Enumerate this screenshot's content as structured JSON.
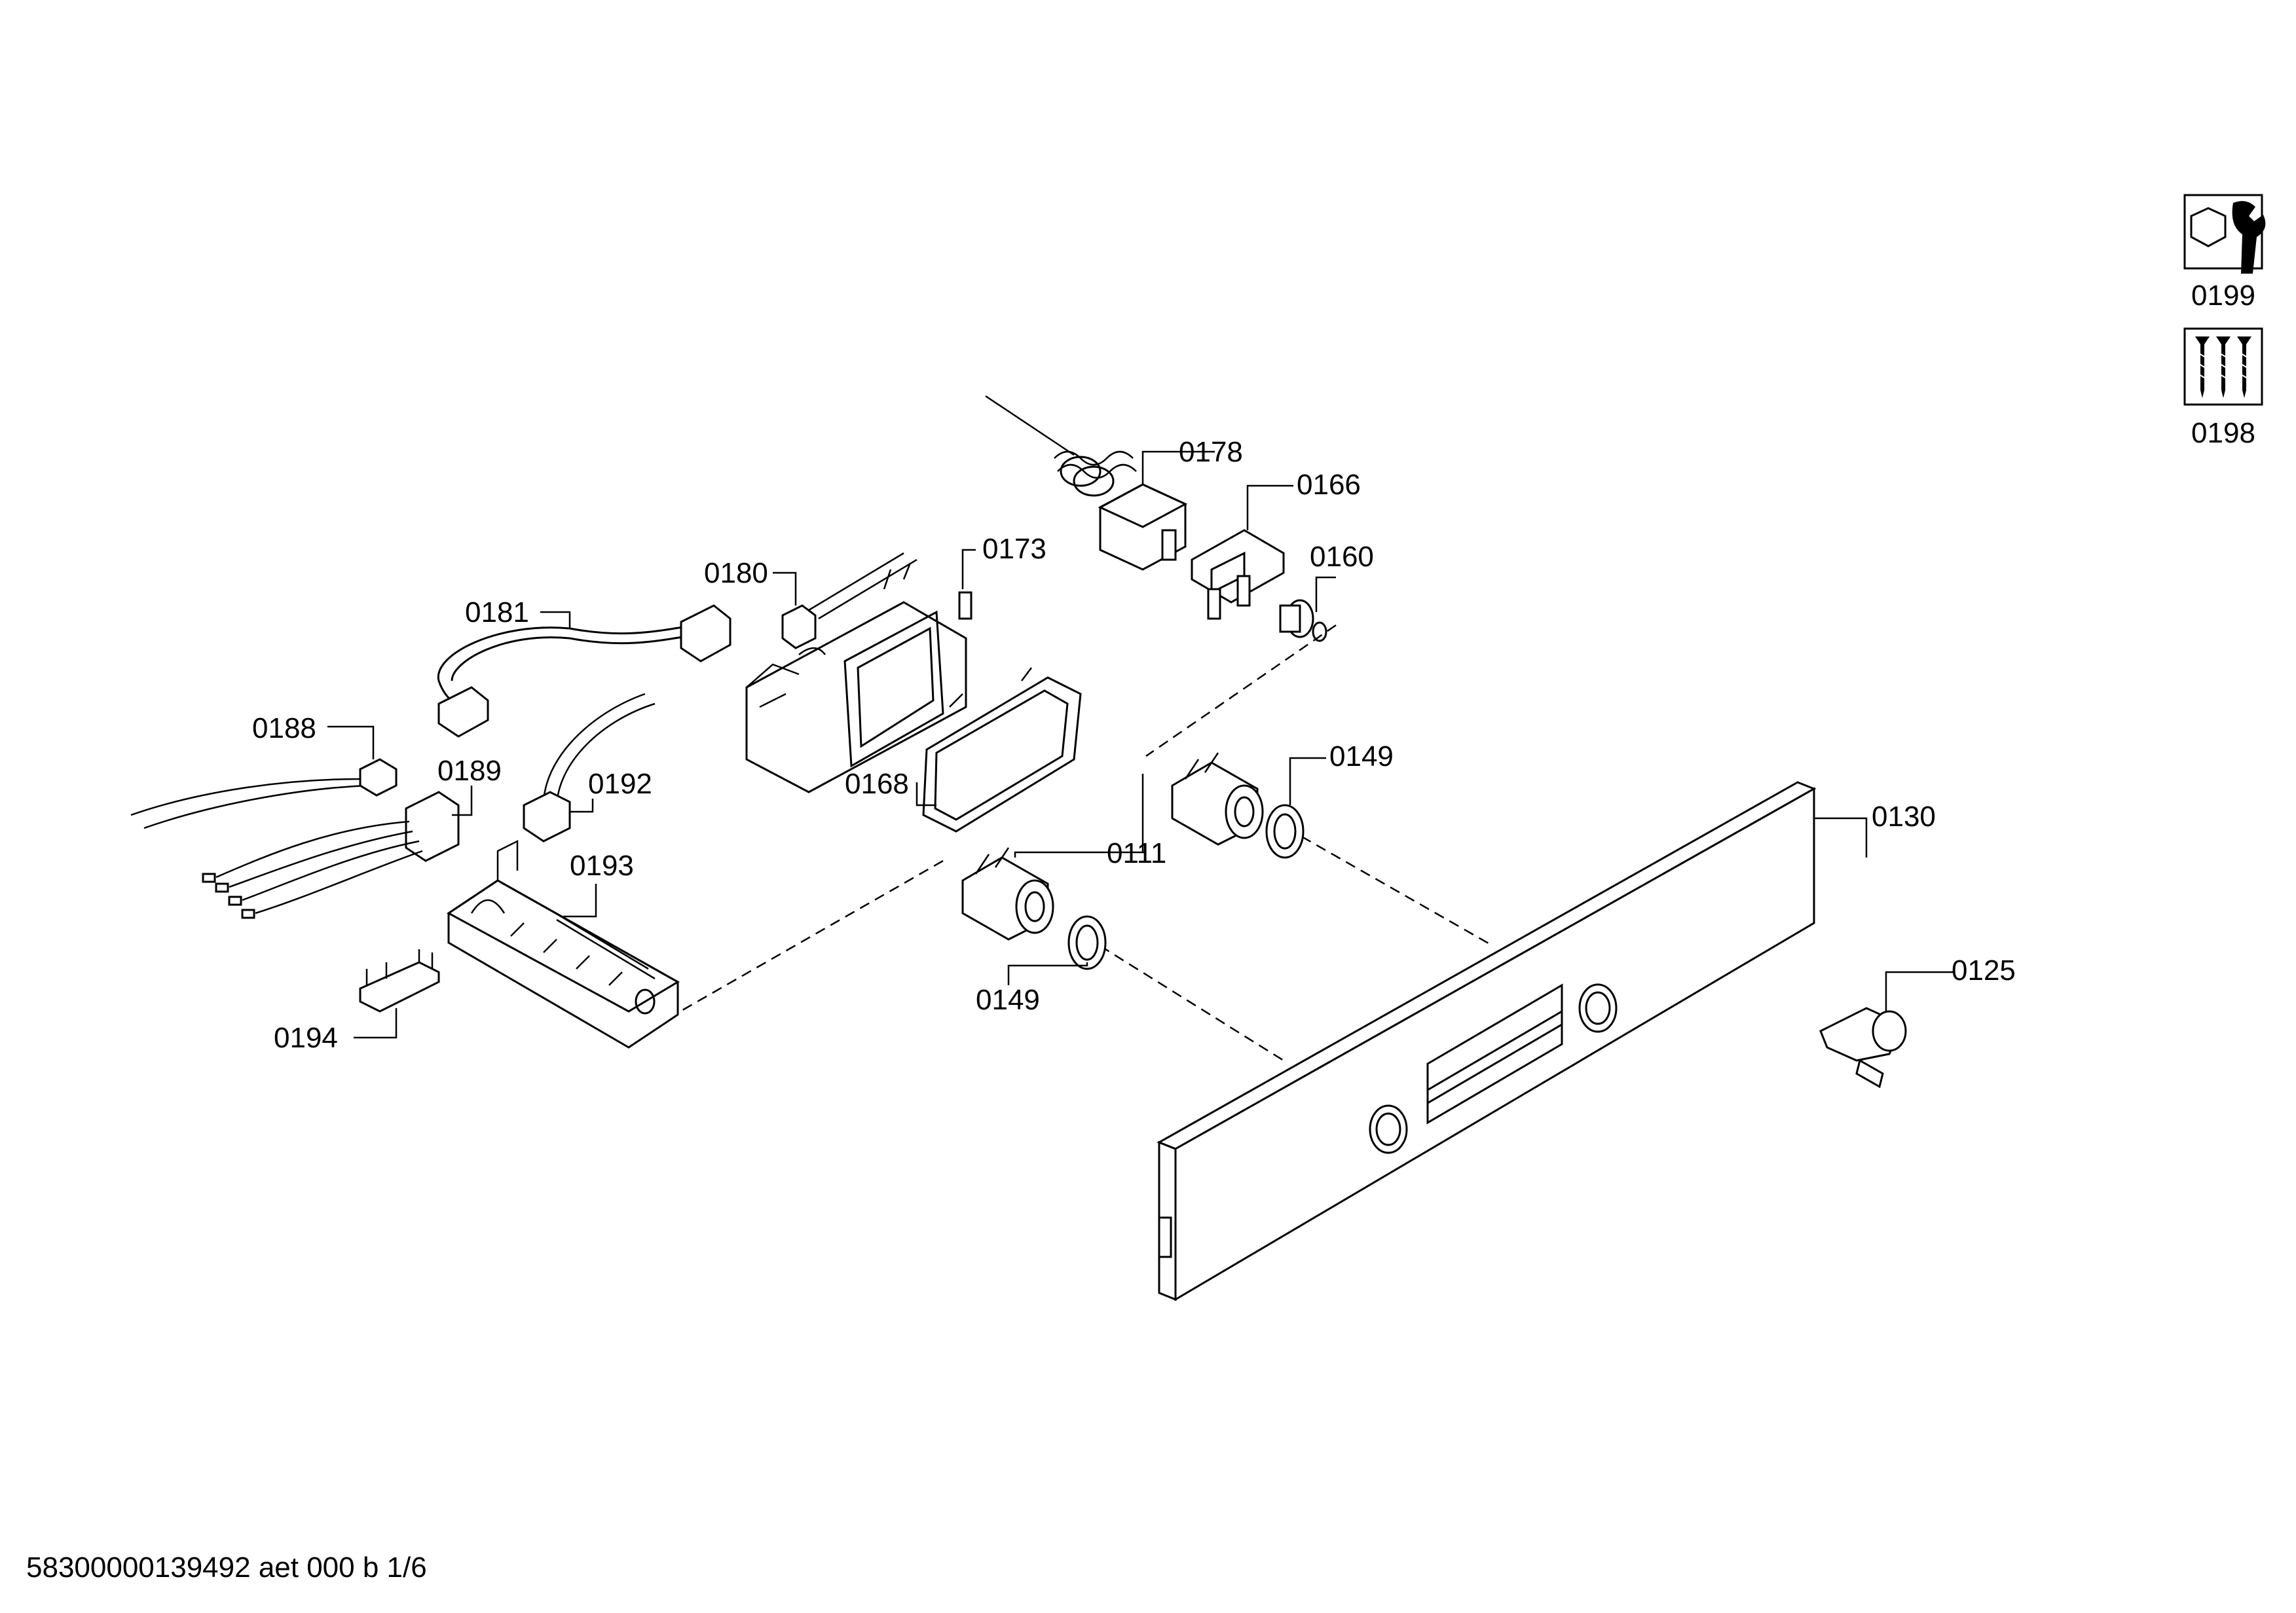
{
  "parts": [
    {
      "id": "p0111",
      "label": "0111"
    },
    {
      "id": "p0125",
      "label": "0125"
    },
    {
      "id": "p0130",
      "label": "0130"
    },
    {
      "id": "p0149a",
      "label": "0149"
    },
    {
      "id": "p0149b",
      "label": "0149"
    },
    {
      "id": "p0160",
      "label": "0160"
    },
    {
      "id": "p0166",
      "label": "0166"
    },
    {
      "id": "p0168",
      "label": "0168"
    },
    {
      "id": "p0173",
      "label": "0173"
    },
    {
      "id": "p0178",
      "label": "0178"
    },
    {
      "id": "p0180",
      "label": "0180"
    },
    {
      "id": "p0181",
      "label": "0181"
    },
    {
      "id": "p0188",
      "label": "0188"
    },
    {
      "id": "p0189",
      "label": "0189"
    },
    {
      "id": "p0192",
      "label": "0192"
    },
    {
      "id": "p0193",
      "label": "0193"
    },
    {
      "id": "p0194",
      "label": "0194"
    }
  ],
  "legend": {
    "tools_label": "0199",
    "screws_label": "0198",
    "tools_icon": "wrench-nut-icon",
    "screws_icon": "screws-icon"
  },
  "footer": {
    "code": "58300000139492 aet 000 b 1/6"
  }
}
